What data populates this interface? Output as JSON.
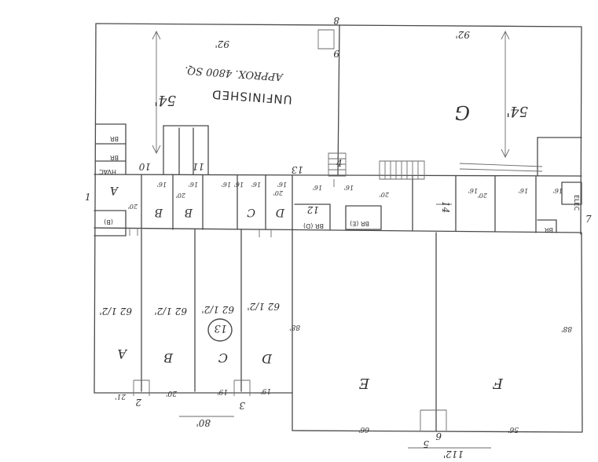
{
  "upper_area": {
    "label": "UNFINISHED",
    "area_note": "APPROX. 4800 SQ.",
    "width_label": "92'",
    "depth_label": "54'"
  },
  "area_g": {
    "label": "G",
    "width_label": "92'",
    "depth_label": "54'"
  },
  "point_markers": [
    "1",
    "2",
    "3",
    "4",
    "5",
    "6",
    "7",
    "8",
    "9",
    "10",
    "11",
    "12",
    "13",
    "14"
  ],
  "small_rooms": {
    "bedroom": "BR",
    "bedroom_alt": "BR (D)",
    "bedroom_e": "BR (E)",
    "electrical": "ELEC",
    "hvac": "HVAC",
    "closet_b": "(B)"
  },
  "corridor_units": [
    "A",
    "B",
    "B",
    "C",
    "D"
  ],
  "corridor_dims": [
    "20'",
    "16'",
    "20'",
    "16'",
    "16'",
    "16'",
    "16'",
    "16'",
    "20'",
    "16'",
    "16'",
    "20'",
    "16'",
    "20'",
    "16'",
    "16'"
  ],
  "units": [
    {
      "label": "A",
      "length": "62 1/2'",
      "frontage": "21'"
    },
    {
      "label": "B",
      "length": "62 1/2'",
      "frontage": "20'"
    },
    {
      "label": "C",
      "length": "62 1/2'",
      "frontage": "19'"
    },
    {
      "label": "D",
      "length": "62 1/2'",
      "frontage": "19'"
    },
    {
      "label": "E",
      "depth": "88'",
      "frontage": "66'"
    },
    {
      "label": "F",
      "depth": "88'",
      "frontage": "56'"
    }
  ],
  "circled_number": "13",
  "overall_widths": {
    "lower_left": "80'",
    "lower_right": "112'"
  }
}
